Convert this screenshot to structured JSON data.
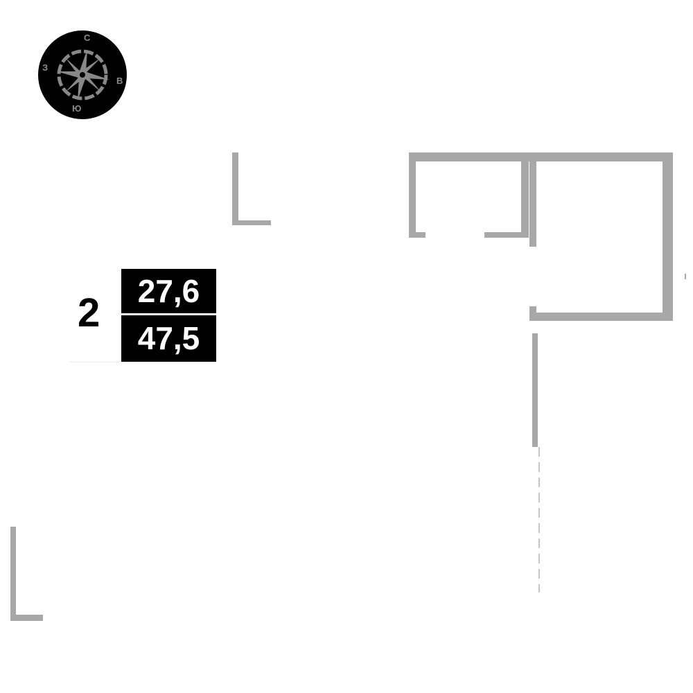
{
  "compass": {
    "north": "С",
    "south": "Ю",
    "west": "З",
    "east": "В"
  },
  "room": {
    "number": "2",
    "living_area": "27,6",
    "total_area": "47,5"
  },
  "colors": {
    "wall": "#a8a8a8",
    "label_bg": "#000000",
    "label_text": "#ffffff"
  }
}
